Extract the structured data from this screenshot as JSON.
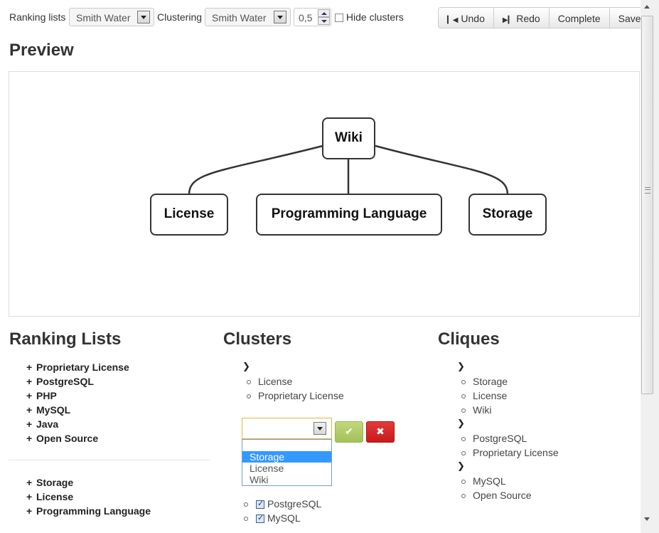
{
  "toolbar": {
    "ranking_label": "Ranking lists",
    "ranking_value": "Smith Water",
    "clustering_label": "Clustering",
    "clustering_value": "Smith Water",
    "threshold_value": "0,5",
    "hide_clusters_label": "Hide clusters",
    "hide_clusters_checked": false,
    "buttons": {
      "undo": "Undo",
      "redo": "Redo",
      "complete": "Complete",
      "save": "Save"
    }
  },
  "preview": {
    "title": "Preview",
    "root": "Wiki",
    "children": [
      "License",
      "Programming Language",
      "Storage"
    ]
  },
  "ranking_lists": {
    "title": "Ranking Lists",
    "group1": [
      "Proprietary License",
      "PostgreSQL",
      "PHP",
      "MySQL",
      "Java",
      "Open Source"
    ],
    "group2": [
      "Storage",
      "License",
      "Programming Language"
    ]
  },
  "clusters": {
    "title": "Clusters",
    "cluster1": [
      "License",
      "Proprietary License"
    ],
    "editor": {
      "select_value": "",
      "options": [
        "Storage",
        "License",
        "Wiki"
      ],
      "selected_option": "Storage"
    },
    "checked_items": [
      "PostgreSQL",
      "MySQL"
    ]
  },
  "cliques": {
    "title": "Cliques",
    "groups": [
      [
        "Storage",
        "License",
        "Wiki"
      ],
      [
        "PostgreSQL",
        "Proprietary License"
      ],
      [
        "MySQL",
        "Open Source"
      ]
    ]
  },
  "colors": {
    "ok_button": "#a4c05a",
    "cancel_button": "#c81a1a",
    "selected_option": "#3399ff",
    "focus_border": "#e8b23c"
  }
}
